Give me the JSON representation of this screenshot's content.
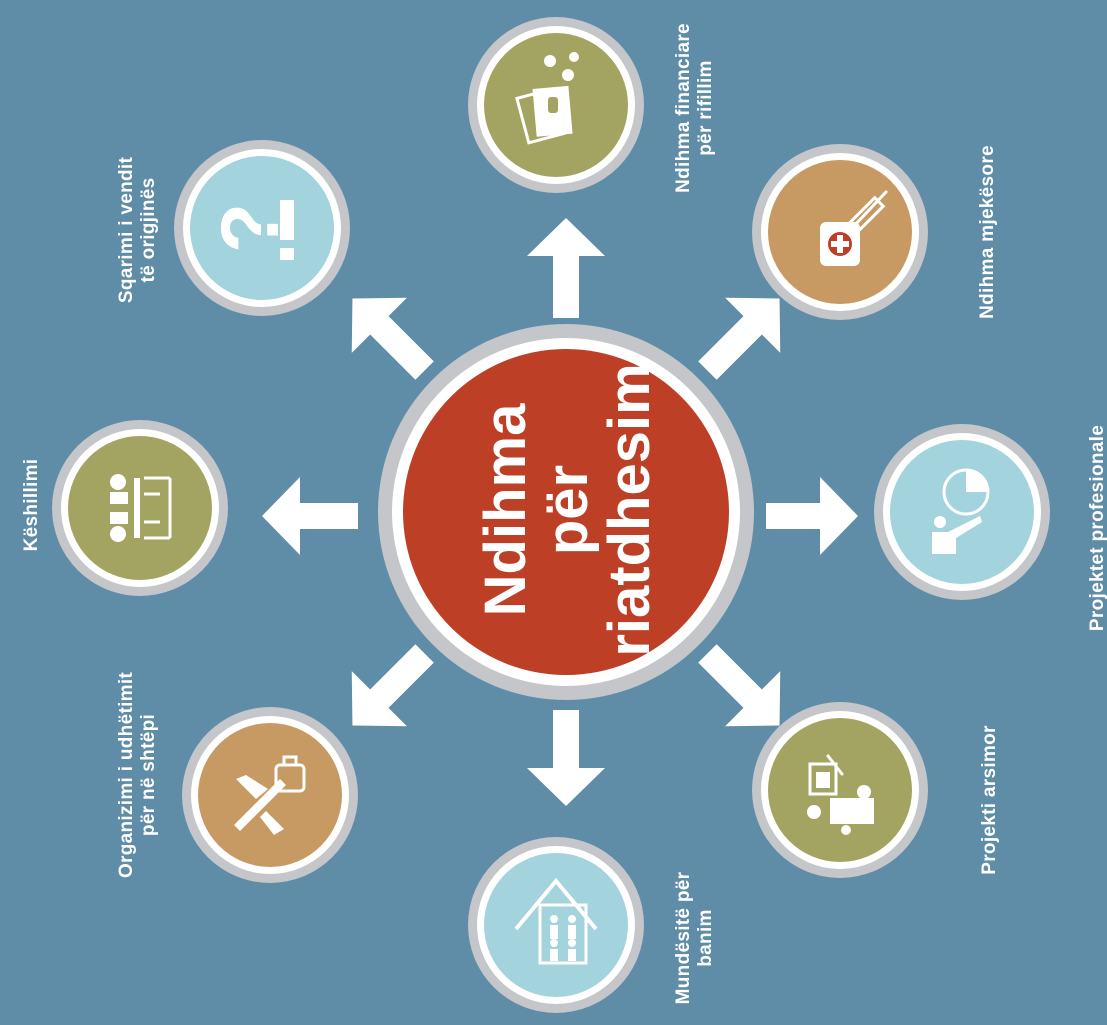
{
  "center": {
    "line1": "Ndihma",
    "line2": "për",
    "line3": "riatdhesim"
  },
  "nodes": [
    {
      "id": "financial",
      "lines": [
        "Ndihma financiare",
        "për rifillim"
      ],
      "color": "#a4a462",
      "icon": "documents-icon"
    },
    {
      "id": "medical",
      "lines": [
        "Ndihma mjekësore"
      ],
      "color": "#c79a63",
      "icon": "medical-kit-icon"
    },
    {
      "id": "professional",
      "lines": [
        "Projektet profesionale"
      ],
      "color": "#a3d3dc",
      "icon": "presentation-icon"
    },
    {
      "id": "education",
      "lines": [
        "Projekti arsimor"
      ],
      "color": "#a4a462",
      "icon": "education-icon"
    },
    {
      "id": "housing",
      "lines": [
        "Mundësitë për",
        "banim"
      ],
      "color": "#a3d3dc",
      "icon": "house-icon"
    },
    {
      "id": "travel",
      "lines": [
        "Organizimi i udhëtimit",
        "për në shtëpi"
      ],
      "color": "#c79a63",
      "icon": "airplane-luggage-icon"
    },
    {
      "id": "counselling",
      "lines": [
        "Këshillimi"
      ],
      "color": "#a4a462",
      "icon": "counselling-icon"
    },
    {
      "id": "origin",
      "lines": [
        "Sqarimi i vendit",
        "të origjinës"
      ],
      "color": "#a3d3dc",
      "icon": "question-mark-icon"
    }
  ],
  "colors": {
    "background": "#5f8da8",
    "center_fill": "#bc3f26",
    "ring": "#c4c6ca",
    "arrow": "#ffffff"
  }
}
